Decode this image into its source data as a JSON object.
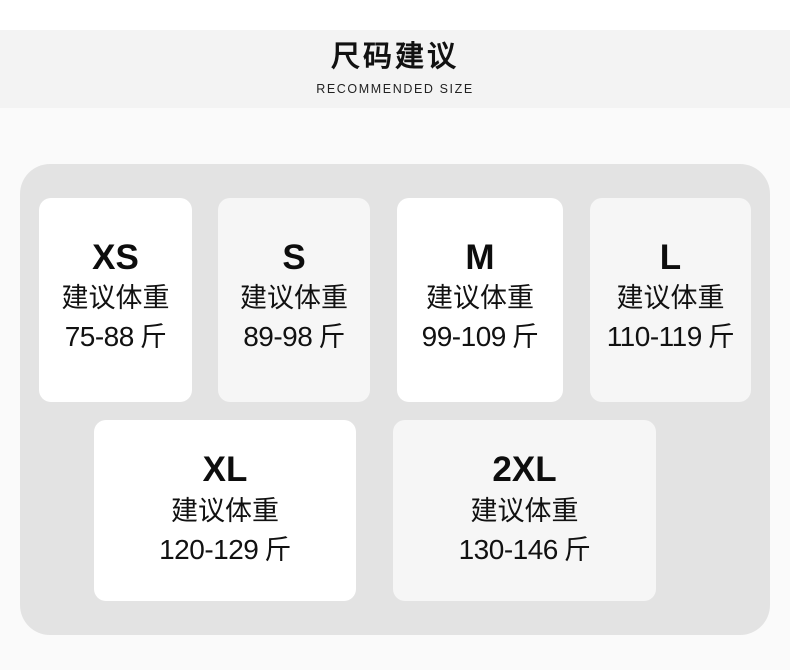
{
  "header": {
    "title": "尺码建议",
    "subtitle": "RECOMMENDED SIZE"
  },
  "colors": {
    "page_background": "#fafafa",
    "header_band": "#f3f3f3",
    "container": "#e3e3e3",
    "card_white": "#ffffff",
    "card_grey": "#f6f6f6",
    "text": "#111111"
  },
  "sizes": [
    {
      "size": "XS",
      "label": "建议体重",
      "range": "75-88",
      "unit": "斤"
    },
    {
      "size": "S",
      "label": "建议体重",
      "range": "89-98",
      "unit": "斤"
    },
    {
      "size": "M",
      "label": "建议体重",
      "range": "99-109",
      "unit": "斤"
    },
    {
      "size": "L",
      "label": "建议体重",
      "range": "110-119",
      "unit": "斤"
    },
    {
      "size": "XL",
      "label": "建议体重",
      "range": "120-129",
      "unit": "斤"
    },
    {
      "size": "2XL",
      "label": "建议体重",
      "range": "130-146",
      "unit": "斤"
    }
  ]
}
